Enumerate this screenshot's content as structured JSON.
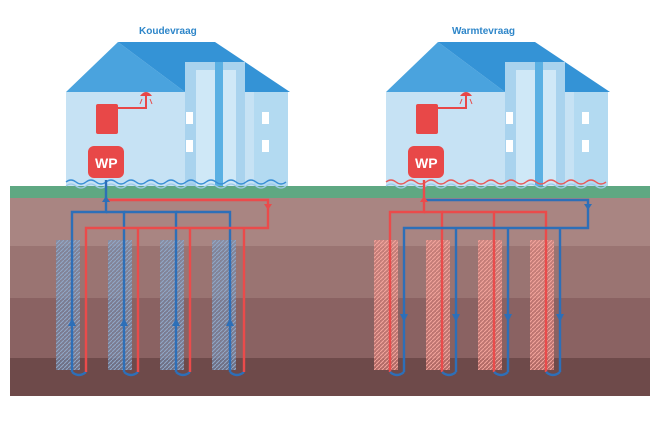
{
  "panels": {
    "left": {
      "title": "Koudevraag",
      "unit_label": "WP",
      "mode": "cooling"
    },
    "right": {
      "title": "Warmtevraag",
      "unit_label": "WP",
      "mode": "heating"
    }
  },
  "colors": {
    "sky_roof": "#3a9ad9",
    "roof_dark": "#2d7fc0",
    "wall": "#c9e3f3",
    "ground_grass": "#5fa882",
    "soil_top": "#a8807c",
    "soil_bottom": "#6f4a4a",
    "pipe_blue": "#2d6fb8",
    "pipe_red": "#ea4b4b"
  }
}
